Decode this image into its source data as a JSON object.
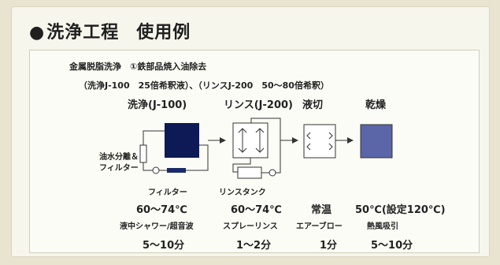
{
  "title": {
    "bullet": "●",
    "main": "洗浄工程",
    "sub": "使用例"
  },
  "line1": "金属脱脂洗浄　①鉄部品焼入油除去",
  "line2": "（洗浄J-100　25倍希釈液）、（リンスJ-200　50～80倍希釈）",
  "stages": [
    {
      "name": "洗浄(J-100)",
      "temp": "60～74℃",
      "method": "液中シャワー/超音波",
      "time": "5～10分"
    },
    {
      "name": "リンス(J-200)",
      "temp": "60～74℃",
      "method": "スプレーリンス",
      "time": "1～2分"
    },
    {
      "name": "液切",
      "temp": "常温",
      "method": "エアーブロー",
      "time": "1分"
    },
    {
      "name": "乾燥",
      "temp": "50℃(設定120℃)",
      "method": "熱風吸引",
      "time": "5～10分"
    }
  ],
  "labels": {
    "separator": "油水分離＆\nフィルター",
    "separator_line1": "油水分離＆",
    "separator_line2": "フィルター",
    "filter": "フィルター",
    "rinse_tank": "リンスタンク"
  },
  "colors": {
    "wash_tank": "#0d1a55",
    "dryer": "#5b66a8",
    "line": "#333333"
  }
}
